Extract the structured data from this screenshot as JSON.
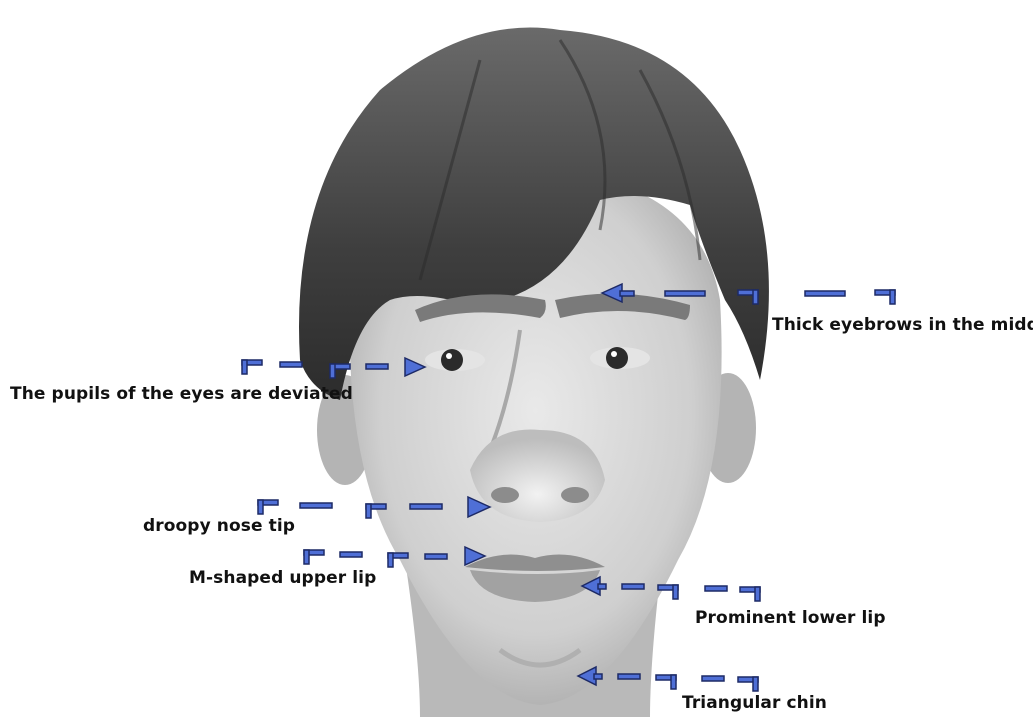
{
  "annotations": {
    "eyebrows": "Thick eyebrows in the middle",
    "pupils": "The pupils of the eyes are deviated",
    "nose": "droopy nose tip",
    "upper_lip": "M-shaped upper lip",
    "lower_lip": "Prominent lower lip",
    "chin": "Triangular chin"
  },
  "colors": {
    "arrow_fill": "#4f6fd6",
    "arrow_edge": "#1d2a66",
    "label_text": "#111111"
  }
}
